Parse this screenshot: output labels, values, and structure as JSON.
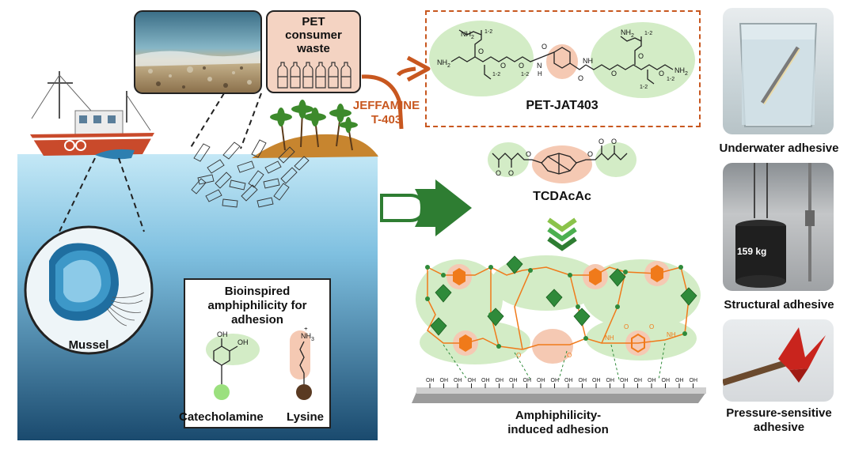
{
  "labels": {
    "pet_waste": [
      "PET",
      "consumer",
      "waste"
    ],
    "jeffamine": [
      "JEFFAMINE",
      "T-403"
    ],
    "pet_jat403": "PET-JAT403",
    "tcdacac": "TCDAcAc",
    "mussel": "Mussel",
    "bioinspired": [
      "Bioinspired",
      "amphiphilicity for",
      "adhesion"
    ],
    "catecholamine": "Catecholamine",
    "lysine": "Lysine",
    "amphiphilicity": [
      "Amphiphilicity-",
      "induced adhesion"
    ],
    "underwater": "Underwater adhesive",
    "structural": "Structural adhesive",
    "weight": "159 kg",
    "pressure": [
      "Pressure-sensitive",
      "adhesive"
    ]
  },
  "chem": {
    "oh": "OH",
    "nh2": "NH",
    "nh2_sub": "2",
    "nh": "NH",
    "n_h": "N",
    "h": "H",
    "o": "O",
    "repeat": "1-2",
    "nh3": "NH",
    "nh3_sub": "3",
    "plus": "+",
    "surface_oh_count": 20
  },
  "colors": {
    "sea_top": "#bfe6f5",
    "sea_bottom": "#1d4f73",
    "arrow_orange": "#c8571f",
    "arrow_green": "#2e7d32",
    "green_blob": "#d3ecc6",
    "pink_blob": "#f5c9b3",
    "orange_hex": "#f07a1a",
    "green_oct": "#2f8a3a",
    "label_orange": "#c8571f"
  }
}
